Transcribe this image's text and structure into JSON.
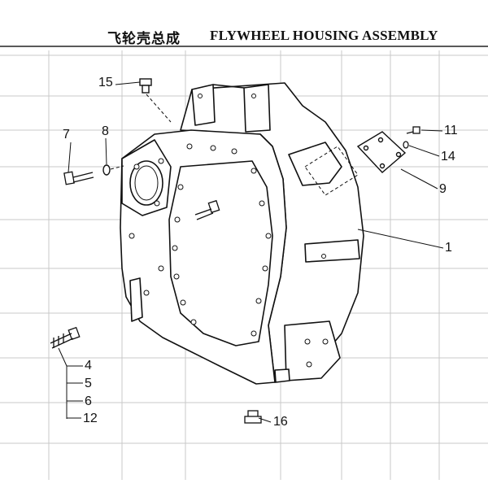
{
  "title": {
    "chinese": "飞轮壳总成",
    "english": "FLYWHEEL HOUSING ASSEMBLY"
  },
  "callouts": [
    {
      "id": "c15",
      "label": "15"
    },
    {
      "id": "c7",
      "label": "7"
    },
    {
      "id": "c8",
      "label": "8"
    },
    {
      "id": "c11",
      "label": "11"
    },
    {
      "id": "c14",
      "label": "14"
    },
    {
      "id": "c9",
      "label": "9"
    },
    {
      "id": "c1",
      "label": "1"
    },
    {
      "id": "c4",
      "label": "4"
    },
    {
      "id": "c5",
      "label": "5"
    },
    {
      "id": "c6",
      "label": "6"
    },
    {
      "id": "c12",
      "label": "12"
    },
    {
      "id": "c16",
      "label": "16"
    }
  ]
}
